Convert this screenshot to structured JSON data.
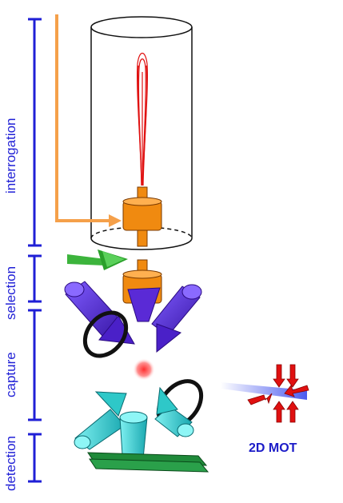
{
  "sections": {
    "interrogation": "interrogation",
    "selection": "selection",
    "capture": "capture",
    "detection": "detection"
  },
  "mot_label": "2D MOT",
  "colors": {
    "axis_blue": "#1f1fd6",
    "laser_red": "#e01010",
    "orange_cavity": "#f08a10",
    "orange_beam": "#f5a04a",
    "green_beam": "#3cb43c",
    "purple_lasers": "#5a2ad6",
    "cyan_lasers": "#2ec8c8",
    "detector_green": "#1f8a3a"
  }
}
